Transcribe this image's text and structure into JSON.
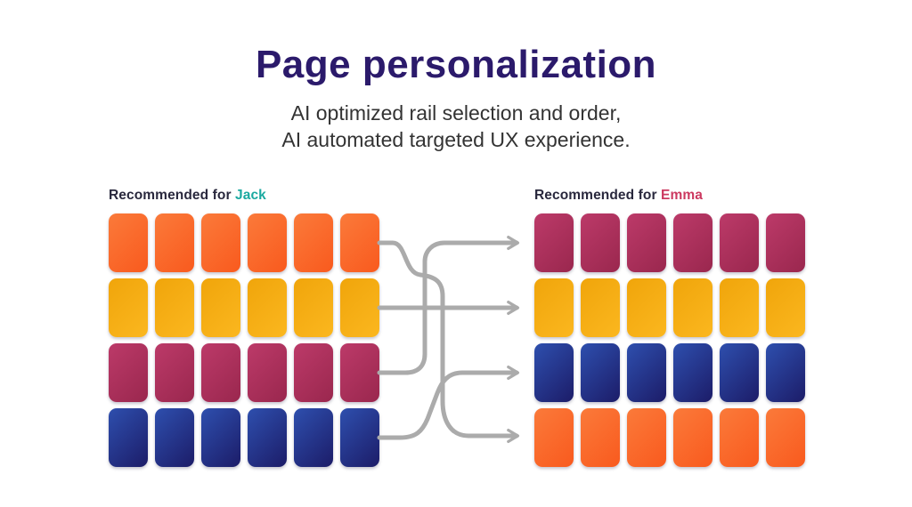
{
  "header": {
    "title": "Page personalization",
    "subtitle_line1": "AI optimized rail selection and order,",
    "subtitle_line2": "AI automated targeted UX experience."
  },
  "colors": {
    "title": "#2b1a6b",
    "subtitle": "#333333",
    "label": "#29283d",
    "jack_name": "#1aa9a0",
    "emma_name": "#cc3960",
    "arrow": "#ababab",
    "rail_gradients": {
      "orange": [
        "#fa7a3a",
        "#f95a1e"
      ],
      "amber": [
        "#f0a50b",
        "#fbb71f"
      ],
      "crimson": [
        "#bc3a69",
        "#9a274e"
      ],
      "navy": [
        "#2e4fae",
        "#1c1c68"
      ]
    }
  },
  "left_panel": {
    "label_prefix": "Recommended for ",
    "user": "Jack",
    "rails": [
      "orange",
      "amber",
      "crimson",
      "navy"
    ],
    "tiles_per_rail": 6
  },
  "right_panel": {
    "label_prefix": "Recommended for ",
    "user": "Emma",
    "rails": [
      "crimson",
      "amber",
      "navy",
      "orange"
    ],
    "tiles_per_rail": 6
  },
  "arrows": [
    {
      "color_key": "orange",
      "from_rail": 1,
      "to_rail": 4
    },
    {
      "color_key": "amber",
      "from_rail": 2,
      "to_rail": 2
    },
    {
      "color_key": "crimson",
      "from_rail": 3,
      "to_rail": 1
    },
    {
      "color_key": "navy",
      "from_rail": 4,
      "to_rail": 3
    }
  ]
}
